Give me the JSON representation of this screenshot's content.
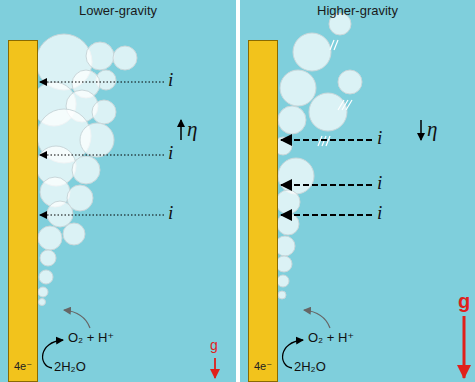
{
  "diagram": {
    "nodes": [
      {
        "text": [
          "Lower-gravity"
        ]
      },
      {
        "text": [
          "4e⁻"
        ],
        "in": 0
      },
      {
        "text": [
          "Higher-gravity"
        ]
      },
      {
        "text": [
          "4e⁻"
        ],
        "in": 2
      }
    ],
    "labels": [
      "i",
      "i",
      "i",
      "η",
      "O₂ + H⁺",
      "2H₂O",
      "g",
      "i",
      "i",
      "i",
      "η",
      "O₂ + H⁺",
      "2H₂O",
      "g"
    ]
  }
}
